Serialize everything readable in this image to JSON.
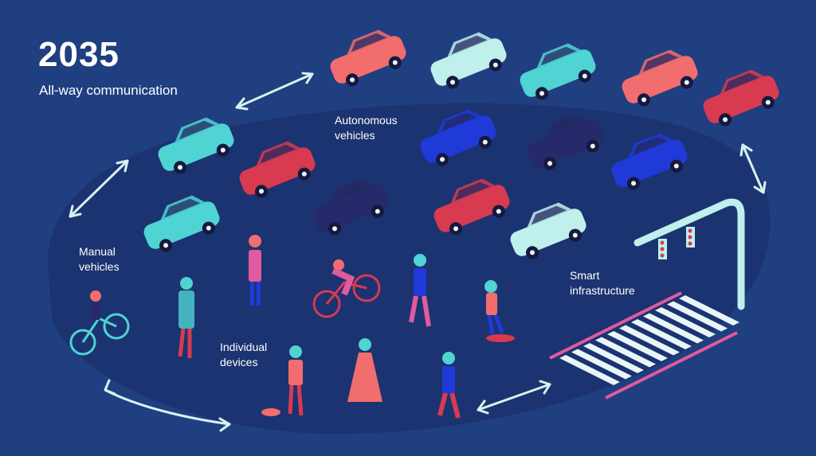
{
  "header": {
    "year": "2035",
    "subtitle": "All-way communication"
  },
  "labels": {
    "autonomous": "Autonomous\nvehicles",
    "manual": "Manual\nvehicles",
    "devices": "Individual\ndevices",
    "smart": "Smart\ninfrastructure"
  },
  "colors": {
    "background": "#1f3f80",
    "ground": "#1b3370",
    "arrow": "#d8f2f2",
    "salmon": "#f26d6d",
    "mint": "#bff0ec",
    "cyan": "#4fd3d3",
    "red": "#d83a50",
    "blue": "#1f3ad8",
    "navy": "#262a6a",
    "pink": "#e05aa0",
    "crosswalk": "#e8f6f8",
    "crosswalk_line": "#e05aa0"
  },
  "autonomous_cars": [
    {
      "color": "salmon"
    },
    {
      "color": "mint"
    },
    {
      "color": "cyan"
    },
    {
      "color": "salmon"
    },
    {
      "color": "red"
    },
    {
      "color": "blue"
    },
    {
      "color": "navy"
    },
    {
      "color": "blue"
    },
    {
      "color": "navy"
    },
    {
      "color": "red"
    },
    {
      "color": "mint"
    }
  ],
  "manual_cars": [
    {
      "color": "cyan"
    },
    {
      "color": "red"
    },
    {
      "color": "cyan"
    }
  ]
}
